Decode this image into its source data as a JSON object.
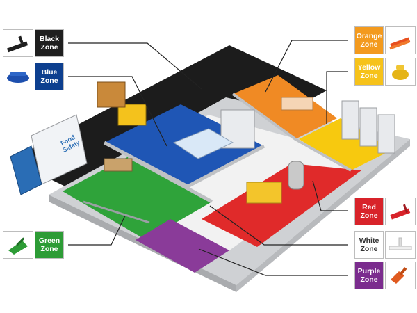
{
  "zones": {
    "black": {
      "label": "Black\nZone",
      "color": "#1f1f1f",
      "text_color": "#ffffff",
      "tool_icon": "brush-icon"
    },
    "blue": {
      "label": "Blue\nZone",
      "color": "#0d3f8f",
      "text_color": "#ffffff",
      "tool_icon": "scrub-brush-icon"
    },
    "green": {
      "label": "Green\nZone",
      "color": "#2d9c36",
      "text_color": "#ffffff",
      "tool_icon": "broom-icon"
    },
    "orange": {
      "label": "Orange\nZone",
      "color": "#f39a1e",
      "text_color": "#ffffff",
      "tool_icon": "brush-icon"
    },
    "yellow": {
      "label": "Yellow\nZone",
      "color": "#f6c21a",
      "text_color": "#ffffff",
      "tool_icon": "scrub-brush-icon"
    },
    "red": {
      "label": "Red\nZone",
      "color": "#d8232a",
      "text_color": "#ffffff",
      "tool_icon": "brush-icon"
    },
    "white": {
      "label": "White\nZone",
      "color": "#ffffff",
      "text_color": "#333333",
      "tool_icon": "squeegee-icon"
    },
    "purple": {
      "label": "Purple\nZone",
      "color": "#7b2c8e",
      "text_color": "#ffffff",
      "tool_icon": "scoop-icon"
    }
  },
  "truck": {
    "label": "Food\nSafety",
    "color": "#2a6db5"
  },
  "floor_colors": {
    "black": "#1c1c1c",
    "blue": "#1f56b5",
    "green": "#2fa33a",
    "orange": "#f08a24",
    "yellow": "#f7c90f",
    "red": "#e02a2a",
    "white": "#f2f2f2",
    "purple": "#8a3b99",
    "wall": "#cfd1d4"
  }
}
